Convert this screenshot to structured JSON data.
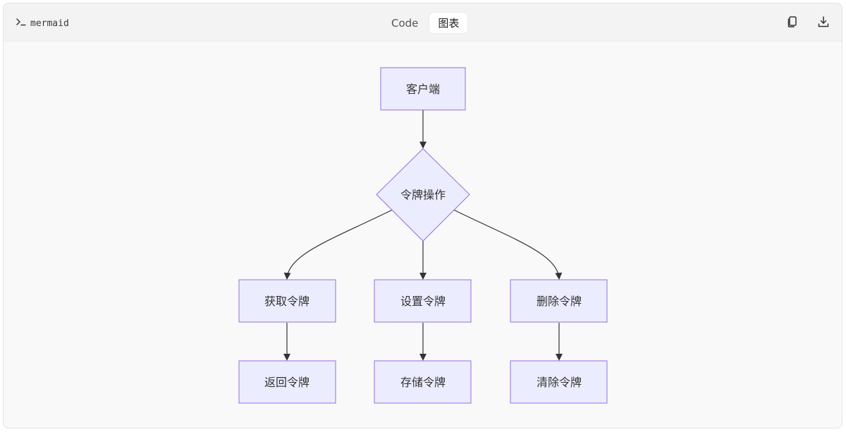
{
  "header": {
    "language": "mermaid",
    "tabs": [
      {
        "label": "Code",
        "active": false
      },
      {
        "label": "图表",
        "active": true
      }
    ],
    "actions": [
      {
        "icon": "copy-icon"
      },
      {
        "icon": "download-icon"
      }
    ]
  },
  "diagram": {
    "node_fill": "#ececff",
    "node_stroke": "#9370db",
    "edge_color": "#333333",
    "nodes": {
      "client": "客户端",
      "decision": "令牌操作",
      "get": "获取令牌",
      "set": "设置令牌",
      "delete": "删除令牌",
      "return": "返回令牌",
      "store": "存储令牌",
      "clear": "清除令牌"
    },
    "edges": [
      {
        "from": "client",
        "to": "decision"
      },
      {
        "from": "decision",
        "to": "get"
      },
      {
        "from": "decision",
        "to": "set"
      },
      {
        "from": "decision",
        "to": "delete"
      },
      {
        "from": "get",
        "to": "return"
      },
      {
        "from": "set",
        "to": "store"
      },
      {
        "from": "delete",
        "to": "clear"
      }
    ]
  }
}
